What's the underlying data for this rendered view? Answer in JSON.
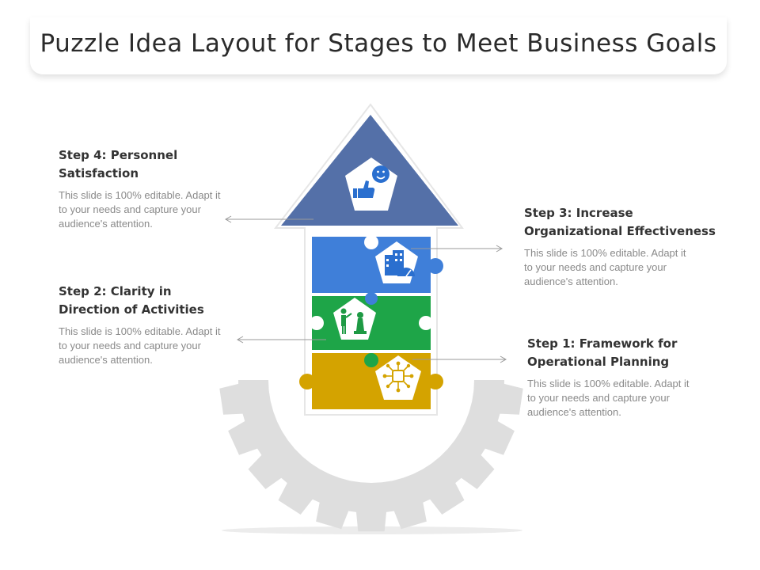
{
  "title": "Puzzle Idea Layout for Stages to Meet Business Goals",
  "colors": {
    "step4": "#5470a8",
    "step3": "#3f7fd9",
    "step2": "#1ea548",
    "step1": "#d4a300",
    "gear": "#dedede"
  },
  "steps": [
    {
      "title_line1": "Step 4: Personnel",
      "title_line2": "Satisfaction",
      "description": "This slide is 100% editable. Adapt it to your needs and capture your audience's attention.",
      "icon": "thumbs-up-smile-icon"
    },
    {
      "title_line1": "Step 3: Increase",
      "title_line2": "Organizational Effectiveness",
      "description": "This slide is 100% editable. Adapt it to your needs and capture your audience's attention.",
      "icon": "buildings-gauge-icon"
    },
    {
      "title_line1": "Step 2: Clarity in",
      "title_line2": "Direction of Activities",
      "description": "This slide is 100% editable. Adapt it to your needs and capture your audience's attention.",
      "icon": "strategy-chess-icon"
    },
    {
      "title_line1": "Step 1: Framework for",
      "title_line2": "Operational Planning",
      "description": "This slide is 100% editable. Adapt it to your needs and capture your audience's attention.",
      "icon": "network-hub-icon"
    }
  ]
}
